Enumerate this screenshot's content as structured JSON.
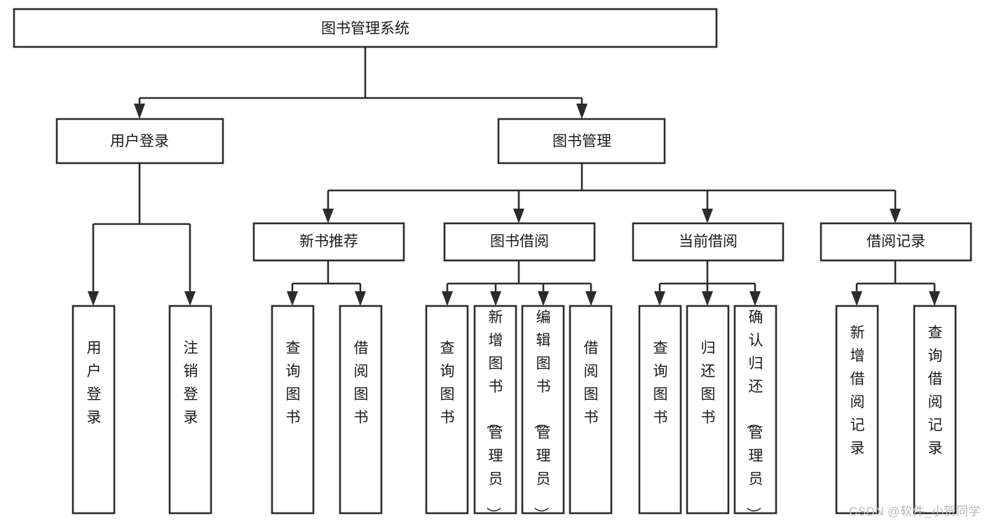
{
  "diagram": {
    "type": "tree",
    "title": "图书管理系统",
    "watermark": "CSDN @软件_小贺同学",
    "arrow_style": "solid-filled-triangle",
    "colors": {
      "stroke": "#2b2b2b",
      "fill": "#ffffff",
      "text": "#1a1a1a",
      "watermark": "#b9b9b9",
      "background": "#ffffff"
    },
    "levels": [
      {
        "level": 0,
        "nodes": [
          {
            "id": "root",
            "label": "图书管理系统",
            "orientation": "horizontal"
          }
        ]
      },
      {
        "level": 1,
        "nodes": [
          {
            "id": "user-login",
            "label": "用户登录",
            "orientation": "horizontal",
            "parent": "root"
          },
          {
            "id": "book-manage",
            "label": "图书管理",
            "orientation": "horizontal",
            "parent": "root"
          }
        ]
      },
      {
        "level": 2,
        "nodes": [
          {
            "id": "new-book-rec",
            "label": "新书推荐",
            "orientation": "horizontal",
            "parent": "book-manage"
          },
          {
            "id": "book-borrow",
            "label": "图书借阅",
            "orientation": "horizontal",
            "parent": "book-manage"
          },
          {
            "id": "current-borrow",
            "label": "当前借阅",
            "orientation": "horizontal",
            "parent": "book-manage"
          },
          {
            "id": "borrow-record",
            "label": "借阅记录",
            "orientation": "horizontal",
            "parent": "book-manage"
          }
        ]
      },
      {
        "level": 3,
        "nodes": [
          {
            "id": "leaf-user-login",
            "label": "用户登录",
            "orientation": "vertical",
            "parent": "user-login"
          },
          {
            "id": "leaf-logout",
            "label": "注销登录",
            "orientation": "vertical",
            "parent": "user-login"
          },
          {
            "id": "leaf-query-book-1",
            "label": "查询图书",
            "orientation": "vertical",
            "parent": "new-book-rec"
          },
          {
            "id": "leaf-borrow-book-1",
            "label": "借阅图书",
            "orientation": "vertical",
            "parent": "new-book-rec"
          },
          {
            "id": "leaf-query-book-2",
            "label": "查询图书",
            "orientation": "vertical",
            "parent": "book-borrow"
          },
          {
            "id": "leaf-add-book",
            "label": "新增图书（管理员）",
            "orientation": "vertical",
            "parent": "book-borrow"
          },
          {
            "id": "leaf-edit-book",
            "label": "编辑图书（管理员）",
            "orientation": "vertical",
            "parent": "book-borrow"
          },
          {
            "id": "leaf-borrow-book-2",
            "label": "借阅图书",
            "orientation": "vertical",
            "parent": "book-borrow"
          },
          {
            "id": "leaf-query-book-3",
            "label": "查询图书",
            "orientation": "vertical",
            "parent": "current-borrow"
          },
          {
            "id": "leaf-return-book",
            "label": "归还图书",
            "orientation": "vertical",
            "parent": "current-borrow"
          },
          {
            "id": "leaf-confirm-return",
            "label": "确认归还（管理员）",
            "orientation": "vertical",
            "parent": "current-borrow"
          },
          {
            "id": "leaf-add-record",
            "label": "新增借阅记录",
            "orientation": "vertical",
            "parent": "borrow-record"
          },
          {
            "id": "leaf-query-record",
            "label": "查询借阅记录",
            "orientation": "vertical",
            "parent": "borrow-record"
          }
        ]
      }
    ]
  }
}
